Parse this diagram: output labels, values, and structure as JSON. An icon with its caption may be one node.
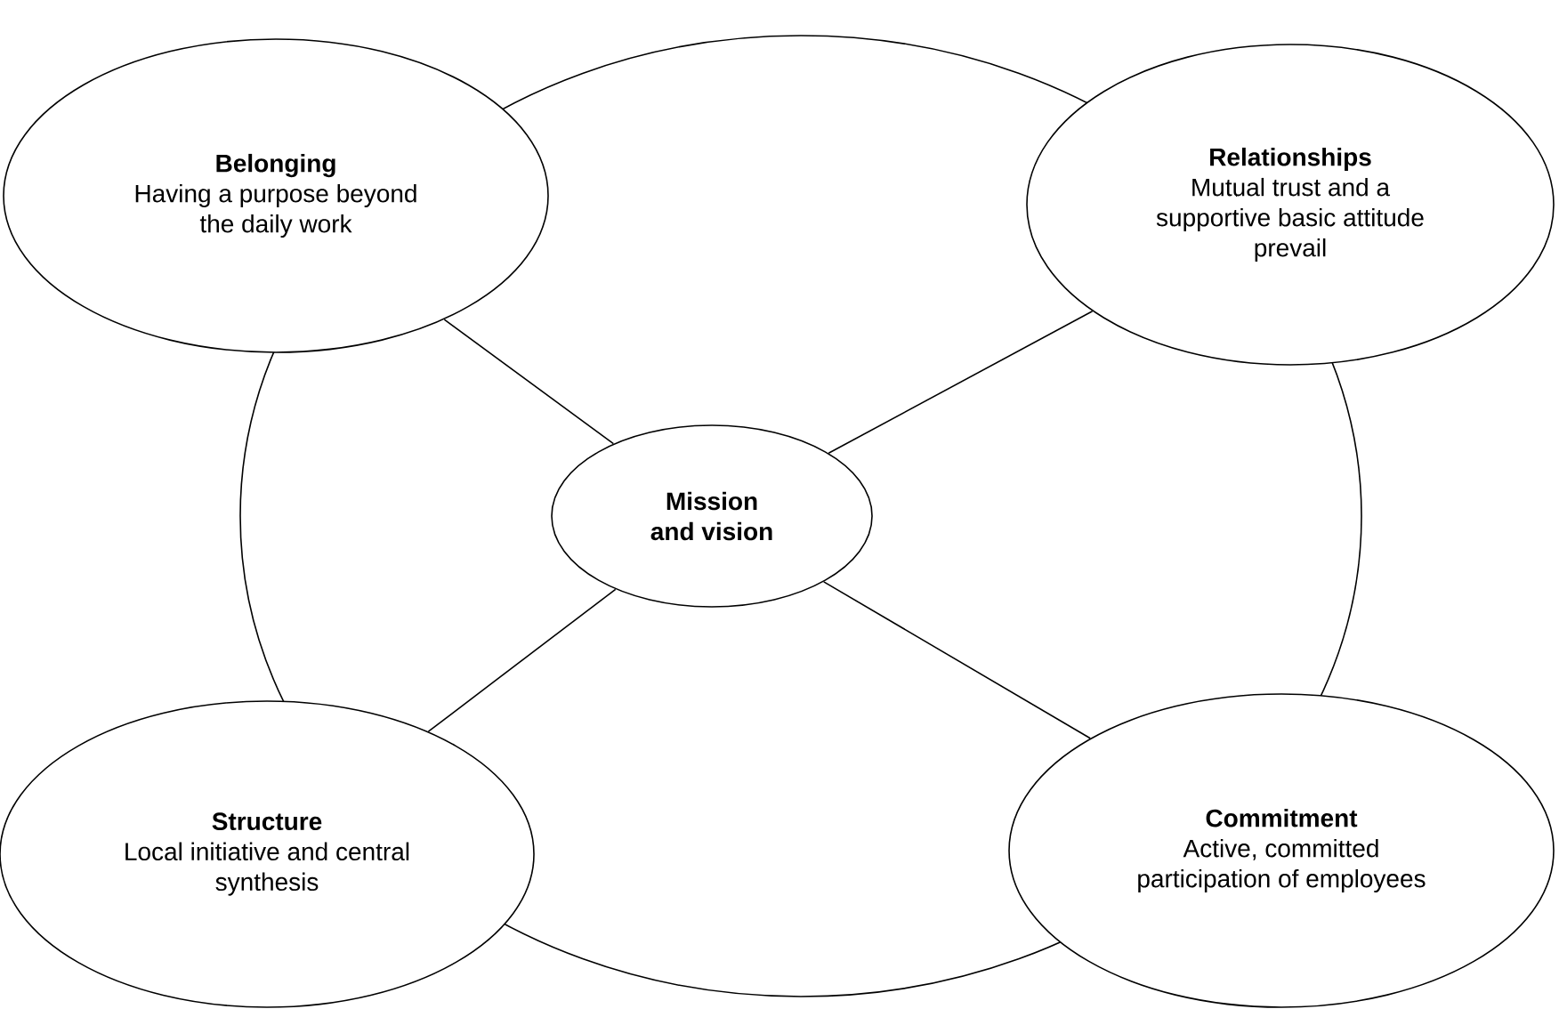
{
  "diagram": {
    "nodes": [
      {
        "text": [],
        "shape": "circle"
      },
      {
        "text": [
          "Belonging",
          "Having a purpose beyond the daily work"
        ]
      },
      {
        "text": [
          "Relationships",
          "Mutual trust and a supportive basic attitude prevail"
        ]
      },
      {
        "text": [
          "Mission and vision"
        ],
        "in": 0
      },
      {
        "text": [
          "Structure",
          "Local initiative and central synthesis"
        ]
      },
      {
        "text": [
          "Commitment",
          "Active, committed participation of employees"
        ]
      }
    ],
    "edges": [
      {
        "from": 3,
        "to": 1,
        "arrow": "none"
      },
      {
        "from": 3,
        "to": 2,
        "arrow": "none"
      },
      {
        "from": 3,
        "to": 4,
        "arrow": "none"
      },
      {
        "from": 3,
        "to": 5,
        "arrow": "none"
      }
    ]
  }
}
